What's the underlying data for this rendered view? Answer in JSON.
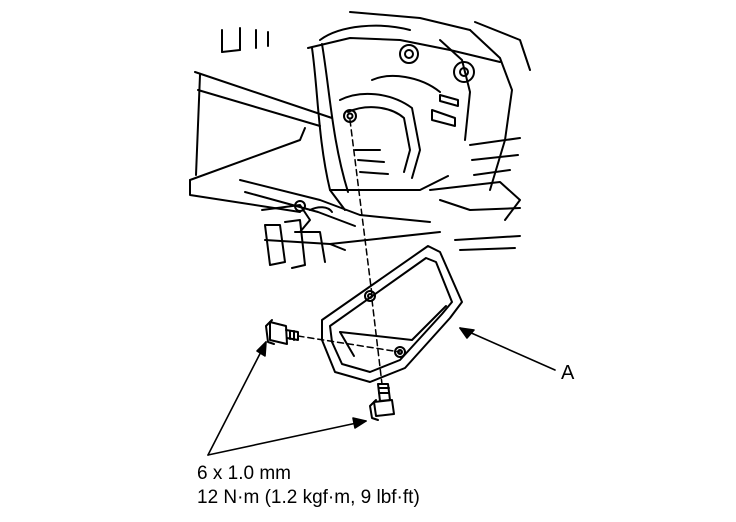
{
  "diagram": {
    "callout_a": "A",
    "bolt_spec": {
      "size": "6 x 1.0 mm",
      "torque": "12 N·m (1.2 kgf·m, 9 lbf·ft)"
    },
    "colors": {
      "line": "#000000",
      "background": "#ffffff",
      "fill": "#ffffff"
    }
  }
}
